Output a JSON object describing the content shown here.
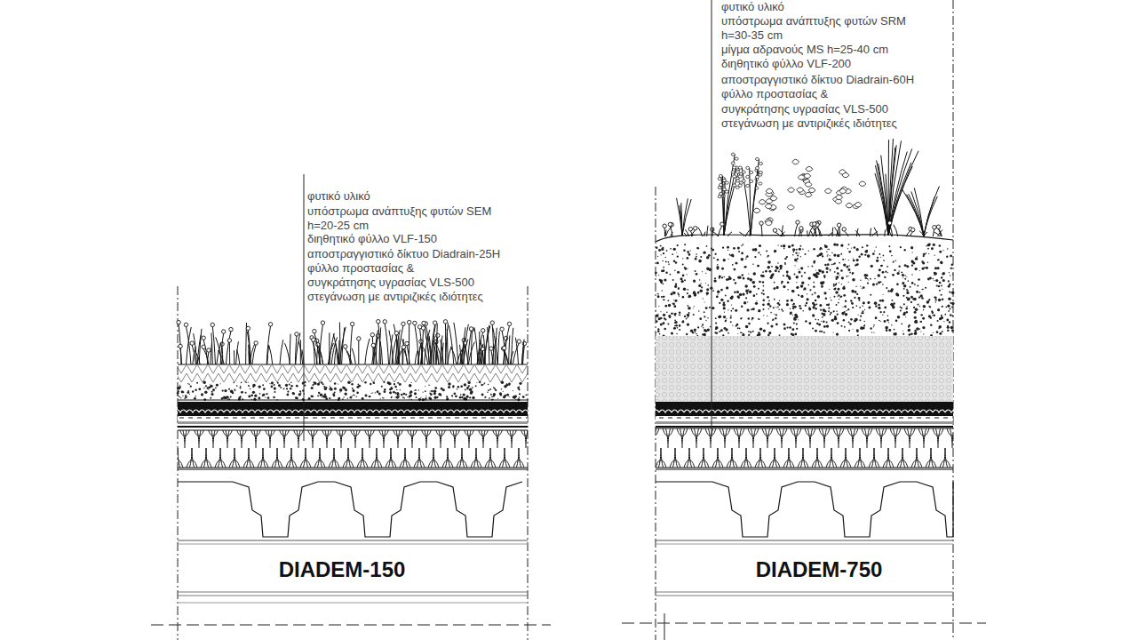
{
  "diagram": {
    "labels": [
      "φυτικό υλικό",
      "υπόστρωμα ανάπτυξης φυτών SEM",
      "h=20-25 cm",
      "διηθητικό φύλλο VLF-150",
      "αποστραγγιστικό δίκτυο Diadrain-25H",
      "φύλλο προστασίας &",
      "συγκράτησης υγρασίας VLS-500",
      "στεγάνωση με αντιριζικές ιδιότητες",
      "φυτικό υλικό",
      "υπόστρωμα ανάπτυξης φυτών SRM",
      "h=30-35 cm",
      "μίγμα αδρανούς MS h=25-40 cm",
      "διηθητικό φύλλο VLF-200",
      "αποστραγγιστικό δίκτυο Diadrain-60H",
      "φύλλο προστασίας &",
      "συγκράτησης υγρασίας VLS-500",
      "στεγάνωση με αντιριζικές ιδιότητες",
      "DIADEM-150",
      "DIADEM-750"
    ]
  }
}
